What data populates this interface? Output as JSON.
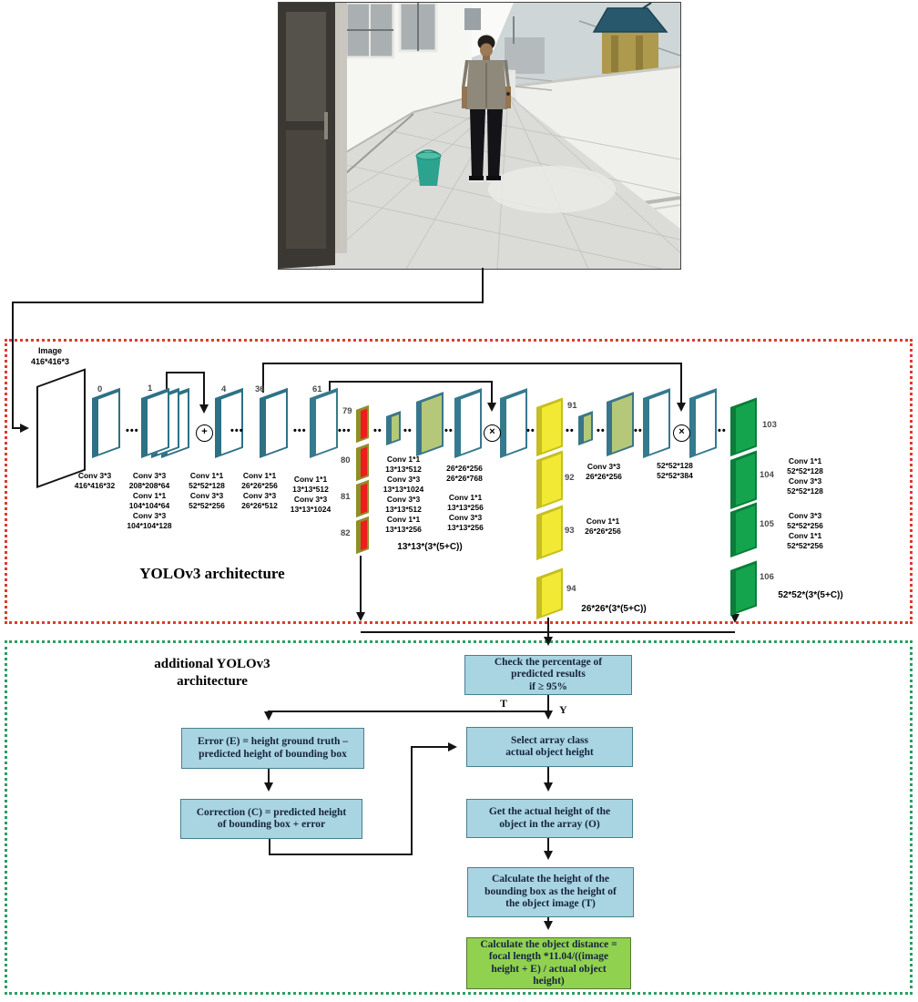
{
  "yolo_architecture": {
    "title": "YOLOv3 architecture",
    "input_label": [
      "Image",
      "416*416*3"
    ],
    "operator_add": "+",
    "operator_multiply": "×",
    "panels": [
      {
        "num": "",
        "variant": "input"
      },
      {
        "num": "0",
        "variant": "teal"
      },
      {
        "num": "1",
        "variant": "teal-stack"
      },
      {
        "num": "4",
        "variant": "teal"
      },
      {
        "num": "36",
        "variant": "teal"
      },
      {
        "num": "61",
        "variant": "outline"
      },
      {
        "num": "79",
        "variant": "red"
      },
      {
        "num": "80",
        "variant": "red"
      },
      {
        "num": "81",
        "variant": "red"
      },
      {
        "num": "82",
        "variant": "red"
      },
      {
        "num": "",
        "variant": "lightgreen-small"
      },
      {
        "num": "",
        "variant": "lightgreen"
      },
      {
        "num": "",
        "variant": "outline"
      },
      {
        "num": "",
        "variant": "outline"
      },
      {
        "num": "91",
        "variant": "yellow"
      },
      {
        "num": "92",
        "variant": "yellow"
      },
      {
        "num": "93",
        "variant": "yellow"
      },
      {
        "num": "94",
        "variant": "yellow"
      },
      {
        "num": "",
        "variant": "lightgreen-small"
      },
      {
        "num": "",
        "variant": "lightgreen"
      },
      {
        "num": "",
        "variant": "outline"
      },
      {
        "num": "",
        "variant": "outline"
      },
      {
        "num": "103",
        "variant": "darkgreen"
      },
      {
        "num": "104",
        "variant": "darkgreen"
      },
      {
        "num": "105",
        "variant": "darkgreen"
      },
      {
        "num": "106",
        "variant": "darkgreen"
      }
    ],
    "conv_labels": [
      {
        "lines": [
          "Conv 3*3",
          "416*416*32"
        ]
      },
      {
        "lines": [
          "Conv 3*3",
          "208*208*64",
          "Conv 1*1",
          "104*104*64",
          "Conv 3*3",
          "104*104*128"
        ]
      },
      {
        "lines": [
          "Conv 1*1",
          "52*52*128",
          "Conv 3*3",
          "52*52*256"
        ]
      },
      {
        "lines": [
          "Conv 1*1",
          "26*26*256",
          "Conv 3*3",
          "26*26*512"
        ]
      },
      {
        "lines": [
          "Conv 1*1",
          "13*13*512",
          "Conv 3*3",
          "13*13*1024"
        ]
      },
      {
        "lines": [
          "Conv 1*1",
          "13*13*512",
          "Conv 3*3",
          "13*13*1024",
          "Conv 3*3",
          "13*13*512",
          "Conv 1*1",
          "13*13*256"
        ]
      },
      {
        "lines": [
          "26*26*256",
          "26*26*768"
        ]
      },
      {
        "lines": [
          "Conv 1*1",
          "13*13*256",
          "Conv 3*3",
          "13*13*256"
        ]
      },
      {
        "lines": [
          "Conv 3*3",
          "26*26*256"
        ]
      },
      {
        "lines": [
          "Conv 1*1",
          "26*26*256"
        ]
      },
      {
        "lines": [
          "52*52*128",
          "52*52*384"
        ]
      },
      {
        "lines": [
          "Conv 1*1",
          "52*52*128",
          "Conv 3*3",
          "52*52*128"
        ]
      },
      {
        "lines": [
          "Conv 3*3",
          "52*52*256",
          "Conv 1*1",
          "52*52*256"
        ]
      }
    ],
    "scale_outputs": [
      "13*13*(3*(5+C))",
      "26*26*(3*(5+C))",
      "52*52*(3*(5+C))"
    ]
  },
  "flowchart": {
    "section_label": [
      "additional YOLOv3",
      "architecture"
    ],
    "branch_true": "T",
    "branch_yes": "Y",
    "boxes": [
      {
        "id": "check",
        "lines": [
          "Check the percentage of",
          "predicted results",
          "if ≥  95%"
        ]
      },
      {
        "id": "select",
        "lines": [
          "Select array class",
          "actual object height"
        ]
      },
      {
        "id": "error",
        "lines": [
          "Error (E) = height ground truth –",
          "predicted height of bounding box"
        ]
      },
      {
        "id": "correction",
        "lines": [
          "Correction (C) = predicted height",
          "of bounding box + error"
        ]
      },
      {
        "id": "get",
        "lines": [
          "Get the actual height of the",
          "object in the array (O)"
        ]
      },
      {
        "id": "calc_height",
        "lines": [
          "Calculate the height of the",
          "bounding box as the height of",
          "the object image (T)"
        ]
      },
      {
        "id": "calc_distance",
        "lines": [
          "Calculate the object distance =",
          "focal length *11.04/((image",
          "height + E) / actual object",
          "height)"
        ]
      }
    ]
  },
  "colors": {
    "red_frame": "#e03a2b",
    "green_frame": "#2d9e62",
    "panel_teal_edge": "#2e7186",
    "panel_lightgreen": "#b5c87a",
    "panel_red": "#ee1c1c",
    "panel_yellow": "#f1e933",
    "panel_darkgreen": "#15a44e",
    "flow_box_blue": "#a9d4e2",
    "flow_box_green": "#90d150"
  }
}
